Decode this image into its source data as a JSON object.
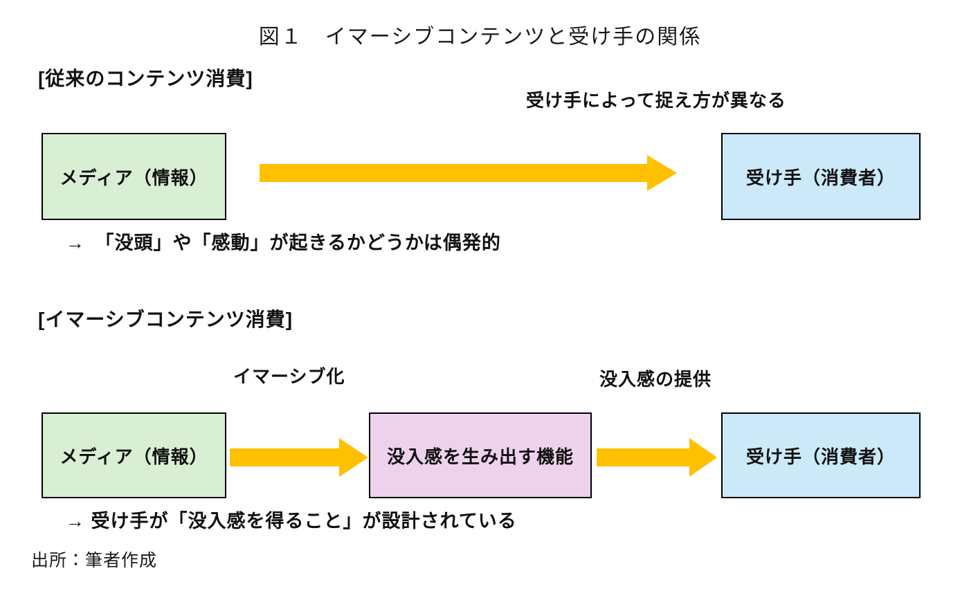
{
  "title": "図１　イマーシブコンテンツと受け手の関係",
  "colors": {
    "arrow": "#FFC000",
    "media_box_fill": "#d9efd3",
    "receiver_box_fill": "#cbe9f9",
    "function_box_fill": "#eed2ec",
    "box_border": "#000000",
    "text": "#111111",
    "background": "#ffffff"
  },
  "section_conventional": {
    "header": "[従来のコンテンツ消費]",
    "annotation": "受け手によって捉え方が異なる",
    "media_box_label": "メディア（情報）",
    "receiver_box_label": "受け手（消費者）",
    "note": "→　「没頭」や「感動」が起きるかどうかは偶発的"
  },
  "section_immersive": {
    "header": "[イマーシブコンテンツ消費]",
    "arrow_immersify_label": "イマーシブ化",
    "arrow_provide_label": "没入感の提供",
    "media_box_label": "メディア（情報）",
    "function_box_label": "没入感を生み出す機能",
    "receiver_box_label": "受け手（消費者）",
    "note": "→ 受け手が「没入感を得ること」が設計されている"
  },
  "source": "出所：筆者作成"
}
